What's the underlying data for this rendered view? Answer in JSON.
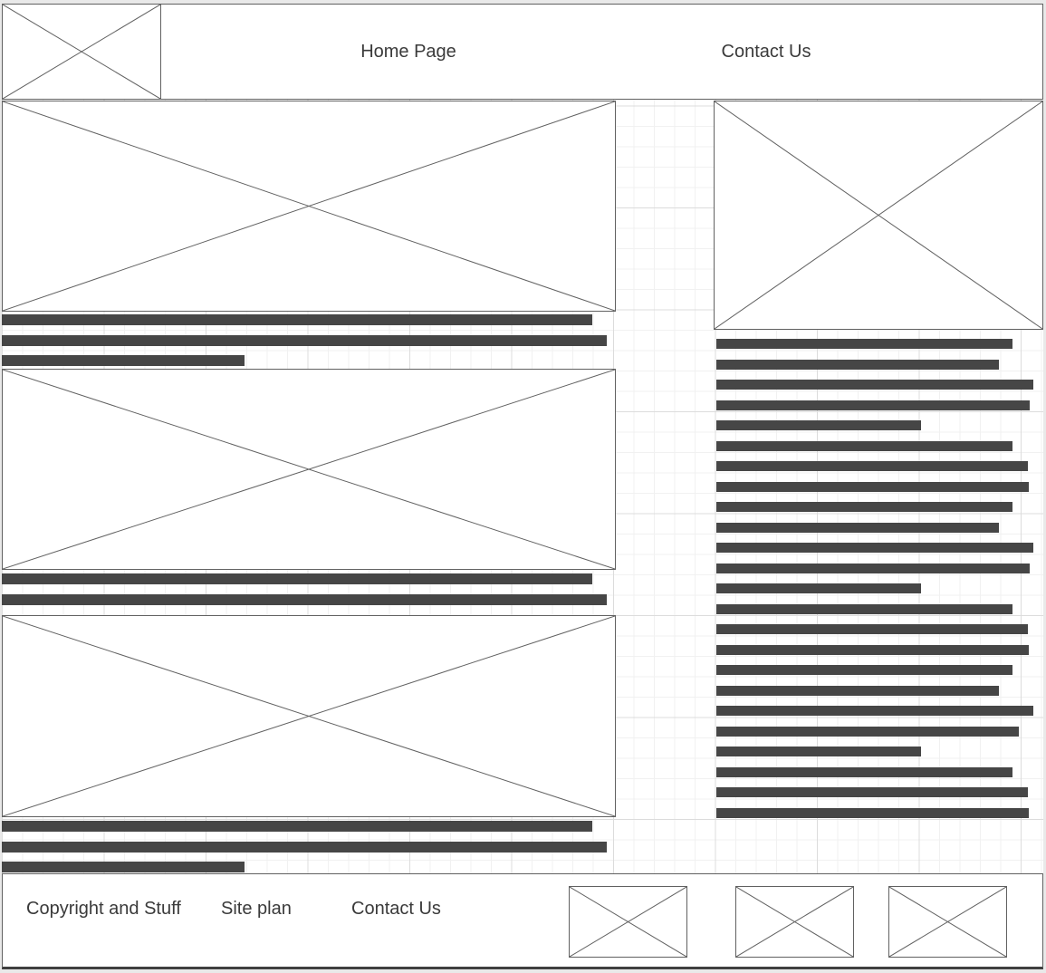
{
  "colors": {
    "bar": "#464646",
    "shape_border": "#616161",
    "text": "#3a3a3a",
    "grid_minor": "#f1f1f1",
    "grid_major": "#dcdcdc",
    "canvas_bg": "#ffffff",
    "outer_bg": "#e9e9e9"
  },
  "header": {
    "logo": "image-placeholder",
    "nav_items": [
      {
        "label": "Home Page"
      },
      {
        "label": "Contact Us"
      }
    ]
  },
  "main_articles": [
    {
      "image": "image-placeholder",
      "line_widths": [
        652,
        668,
        268
      ]
    },
    {
      "image": "image-placeholder",
      "line_widths": [
        652,
        668
      ]
    },
    {
      "image": "image-placeholder",
      "line_widths": [
        652,
        668,
        268
      ]
    }
  ],
  "sidebar": {
    "image": "image-placeholder",
    "line_widths": [
      327,
      312,
      350,
      346,
      226,
      327,
      344,
      345,
      327,
      312,
      350,
      346,
      226,
      327,
      344,
      345,
      327,
      312,
      350,
      334,
      226,
      327,
      344,
      345
    ]
  },
  "footer": {
    "links": [
      {
        "label": "Copyright and Stuff"
      },
      {
        "label": "Site plan"
      },
      {
        "label": "Contact Us"
      }
    ],
    "thumbnails": [
      "image-placeholder",
      "image-placeholder",
      "image-placeholder"
    ]
  }
}
